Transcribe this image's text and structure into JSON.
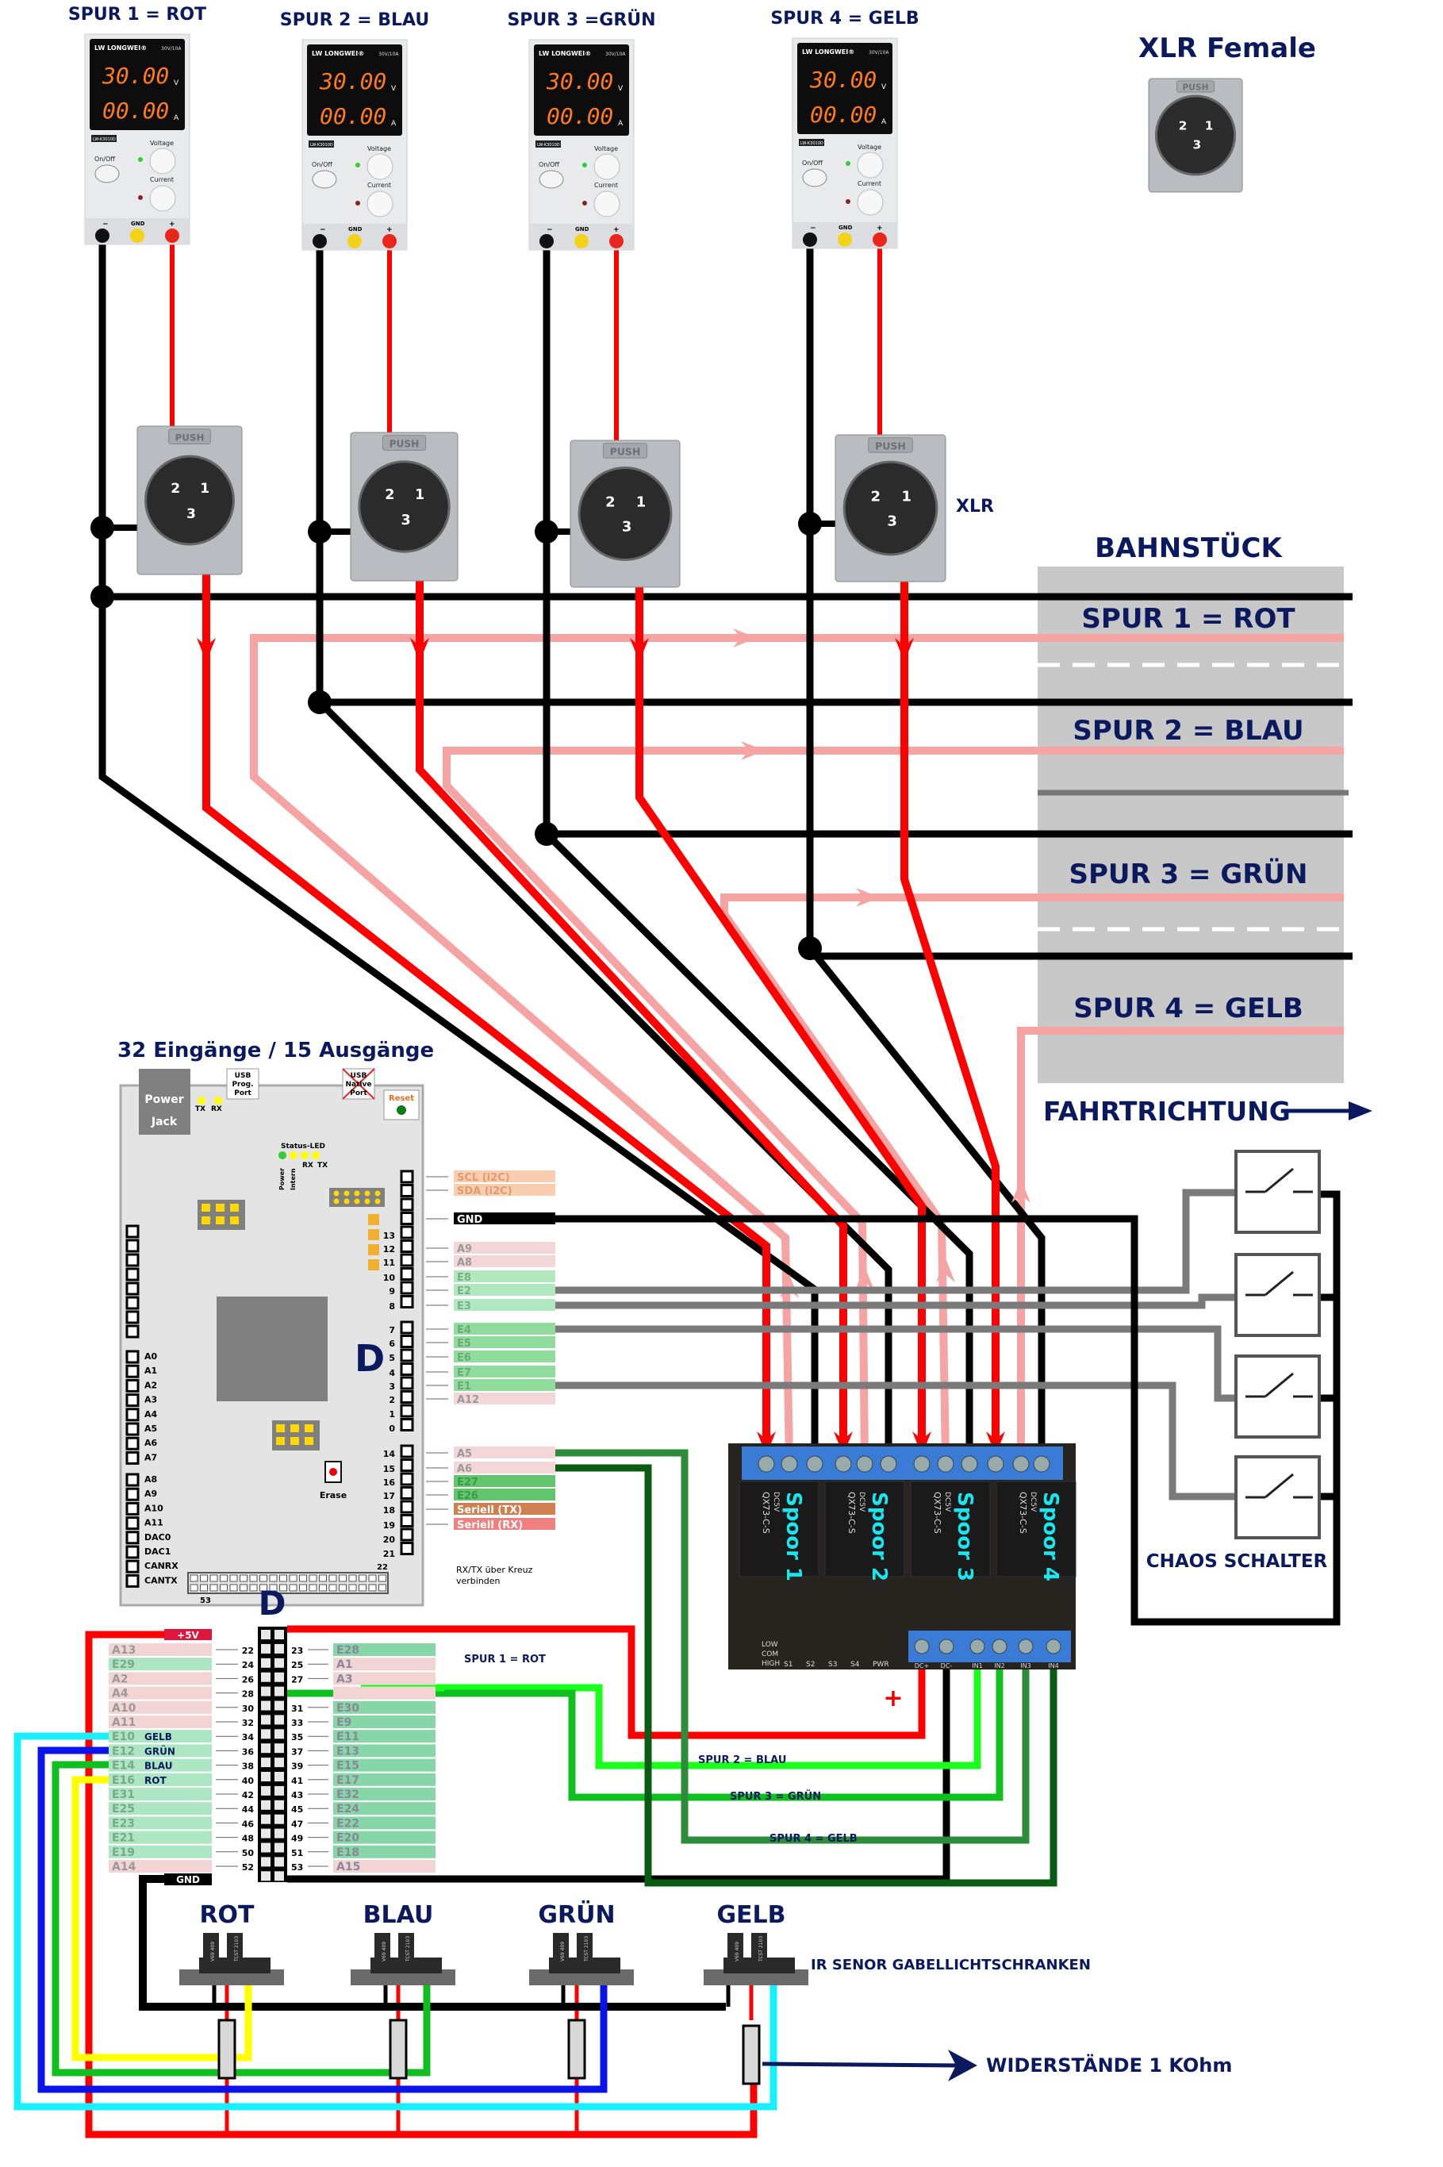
{
  "power_supplies": [
    {
      "label": "SPUR 1 = ROT",
      "brand": "LW LONGWEI®",
      "rating": "30V/10A",
      "model": "LW-K3010D",
      "voltage": "30.00",
      "current": "00.00",
      "v_unit": "V",
      "a_unit": "A",
      "on_off": "On/Off",
      "voltage_knob": "Voltage",
      "current_knob": "Current",
      "term_minus": "−",
      "term_gnd": "GND",
      "term_plus": "+"
    },
    {
      "label": "SPUR 2 = BLAU",
      "brand": "LW LONGWEI®",
      "rating": "30V/10A",
      "model": "LW-K3010D",
      "voltage": "30.00",
      "current": "00.00",
      "v_unit": "V",
      "a_unit": "A",
      "on_off": "On/Off",
      "voltage_knob": "Voltage",
      "current_knob": "Current",
      "term_minus": "−",
      "term_gnd": "GND",
      "term_plus": "+"
    },
    {
      "label": "SPUR 3 =GRÜN",
      "brand": "LW LONGWEI®",
      "rating": "30V/10A",
      "model": "LW-K3010D",
      "voltage": "30.00",
      "current": "00.00",
      "v_unit": "V",
      "a_unit": "A",
      "on_off": "On/Off",
      "voltage_knob": "Voltage",
      "current_knob": "Current",
      "term_minus": "−",
      "term_gnd": "GND",
      "term_plus": "+"
    },
    {
      "label": "SPUR 4 = GELB",
      "brand": "LW LONGWEI®",
      "rating": "30V/10A",
      "model": "LW-K3010D",
      "voltage": "30.00",
      "current": "00.00",
      "v_unit": "V",
      "a_unit": "A",
      "on_off": "On/Off",
      "voltage_knob": "Voltage",
      "current_knob": "Current",
      "term_minus": "−",
      "term_gnd": "GND",
      "term_plus": "+"
    }
  ],
  "xlr": {
    "female_title": "XLR Female",
    "label": "XLR",
    "pins": [
      "2",
      "1",
      "3"
    ],
    "push": "PUSH"
  },
  "track": {
    "title": "BAHNSTÜCK",
    "lanes": [
      "SPUR 1 = ROT",
      "SPUR 2 = BLAU",
      "SPUR 3 = GRÜN",
      "SPUR 4 = GELB"
    ],
    "direction": "FAHRTRICHTUNG"
  },
  "arduino": {
    "title": "32 Eingänge / 15 Ausgänge",
    "power_jack": [
      "Power",
      "Jack"
    ],
    "tx": "TX",
    "rx": "RX",
    "usb_prog": [
      "USB",
      "Prog.",
      "Port"
    ],
    "usb_native": [
      "USB",
      "Native",
      "Port"
    ],
    "reset": "Reset",
    "status_led": "Status-LED",
    "status_labels": [
      "Power",
      "Intern",
      "RX",
      "TX"
    ],
    "board_letter": "D",
    "erase": "Erase",
    "right_pins": [
      {
        "pin": "",
        "label": "SCL (i2C)",
        "kind": "i2c"
      },
      {
        "pin": "",
        "label": "SDA (i2C)",
        "kind": "i2c"
      },
      {
        "pin": "",
        "label": "GND",
        "kind": "gnd"
      },
      {
        "pin": "12",
        "label": "A9",
        "kind": "a"
      },
      {
        "pin": "11",
        "label": "A8",
        "kind": "a"
      },
      {
        "pin": "10",
        "label": "E8",
        "kind": "e"
      },
      {
        "pin": "9",
        "label": "E2",
        "kind": "e"
      },
      {
        "pin": "8",
        "label": "E3",
        "kind": "e"
      },
      {
        "pin": "7",
        "label": "E4",
        "kind": "e2"
      },
      {
        "pin": "6",
        "label": "E5",
        "kind": "e2"
      },
      {
        "pin": "5",
        "label": "E6",
        "kind": "e2"
      },
      {
        "pin": "4",
        "label": "E7",
        "kind": "e2"
      },
      {
        "pin": "3",
        "label": "E1",
        "kind": "e2"
      },
      {
        "pin": "2",
        "label": "A12",
        "kind": "a"
      },
      {
        "pin": "14",
        "label": "A5",
        "kind": "a"
      },
      {
        "pin": "15",
        "label": "A6",
        "kind": "a"
      },
      {
        "pin": "16",
        "label": "E27",
        "kind": "e3"
      },
      {
        "pin": "17",
        "label": "E26",
        "kind": "e3"
      },
      {
        "pin": "18",
        "label": "Seriell (TX)",
        "kind": "tx"
      },
      {
        "pin": "19",
        "label": "Seriell (RX)",
        "kind": "rx"
      }
    ],
    "extra_pin_numbers": [
      "13",
      "1",
      "0",
      "20",
      "21"
    ],
    "left_pins_a": [
      "A0",
      "A1",
      "A2",
      "A3",
      "A4",
      "A5",
      "A6",
      "A7"
    ],
    "left_pins_b": [
      "A8",
      "A9",
      "A10",
      "A11",
      "DAC0",
      "DAC1",
      "CANRX",
      "CANTX"
    ],
    "bottom_pin_start": "22",
    "bottom_pin_end": "53",
    "rxtx_note": [
      "RX/TX über Kreuz",
      "verbinden"
    ]
  },
  "connector": {
    "letter": "D",
    "plus5v": "+5V",
    "gnd": "GND",
    "left": [
      {
        "pin": "22",
        "label": "A13",
        "kind": "a",
        "note": ""
      },
      {
        "pin": "24",
        "label": "E29",
        "kind": "e",
        "note": ""
      },
      {
        "pin": "26",
        "label": "A2",
        "kind": "a",
        "note": ""
      },
      {
        "pin": "28",
        "label": "A4",
        "kind": "a",
        "note": ""
      },
      {
        "pin": "30",
        "label": "A10",
        "kind": "a",
        "note": ""
      },
      {
        "pin": "32",
        "label": "A11",
        "kind": "a",
        "note": ""
      },
      {
        "pin": "34",
        "label": "E10",
        "kind": "e",
        "note": "GELB"
      },
      {
        "pin": "36",
        "label": "E12",
        "kind": "e",
        "note": "GRÜN"
      },
      {
        "pin": "38",
        "label": "E14",
        "kind": "e",
        "note": "BLAU"
      },
      {
        "pin": "40",
        "label": "E16",
        "kind": "e",
        "note": "ROT"
      },
      {
        "pin": "42",
        "label": "E31",
        "kind": "e",
        "note": ""
      },
      {
        "pin": "44",
        "label": "E25",
        "kind": "e",
        "note": ""
      },
      {
        "pin": "46",
        "label": "E23",
        "kind": "e",
        "note": ""
      },
      {
        "pin": "48",
        "label": "E21",
        "kind": "e",
        "note": ""
      },
      {
        "pin": "50",
        "label": "E19",
        "kind": "e",
        "note": ""
      },
      {
        "pin": "52",
        "label": "A14",
        "kind": "a",
        "note": ""
      }
    ],
    "right": [
      {
        "pin": "23",
        "label": "E28",
        "kind": "e"
      },
      {
        "pin": "25",
        "label": "A1",
        "kind": "a"
      },
      {
        "pin": "27",
        "label": "A3",
        "kind": "a"
      },
      {
        "pin": "",
        "label": "",
        "kind": "a"
      },
      {
        "pin": "31",
        "label": "E30",
        "kind": "e"
      },
      {
        "pin": "33",
        "label": "E9",
        "kind": "e"
      },
      {
        "pin": "35",
        "label": "E11",
        "kind": "e"
      },
      {
        "pin": "37",
        "label": "E13",
        "kind": "e"
      },
      {
        "pin": "39",
        "label": "E15",
        "kind": "e"
      },
      {
        "pin": "41",
        "label": "E17",
        "kind": "e"
      },
      {
        "pin": "43",
        "label": "E32",
        "kind": "e"
      },
      {
        "pin": "45",
        "label": "E24",
        "kind": "e"
      },
      {
        "pin": "47",
        "label": "E22",
        "kind": "e"
      },
      {
        "pin": "49",
        "label": "E20",
        "kind": "e"
      },
      {
        "pin": "51",
        "label": "E18",
        "kind": "e"
      },
      {
        "pin": "53",
        "label": "A15",
        "kind": "a"
      }
    ]
  },
  "relay": {
    "relay_model": "QX73-C-S",
    "relay_spec": "DC5V",
    "spoor": [
      "Spoor 1",
      "Spoor 2",
      "Spoor 3",
      "Spoor 4"
    ],
    "jumpers": [
      "LOW",
      "COM",
      "HIGH"
    ],
    "switch_labels": [
      "S1",
      "S2",
      "S3",
      "S4",
      "PWR"
    ],
    "inputs": [
      "DC+",
      "DC-",
      "IN1",
      "IN2",
      "IN3",
      "IN4"
    ],
    "plus": "+"
  },
  "wire_labels": [
    "SPUR 1 = ROT",
    "SPUR 2 = BLAU",
    "SPUR 3 = GRÜN",
    "SPUR 4 = GELB"
  ],
  "chaos": "CHAOS SCHALTER",
  "sensors": {
    "labels": [
      "ROT",
      "BLAU",
      "GRÜN",
      "GELB"
    ],
    "part_a": "V69 409",
    "part_b": "TCST 2103",
    "caption": "IR SENOR  GABELLICHTSCHRANKEN",
    "resistors": "WIDERSTÄNDE 1 KOhm"
  },
  "colors": {
    "label_navy": "#0b1a5e",
    "wire_red": "#ff0000",
    "wire_pink": "#f5a3a3",
    "wire_black": "#000000",
    "wire_gray": "#7a7a7a",
    "wire_lime": "#19ff19",
    "wire_green": "#0fbf1f",
    "wire_midgreen": "#2e8b3a",
    "wire_darkgreen": "#0a5c12",
    "wire_cyan": "#19f0ff",
    "wire_blue": "#0a14e8",
    "wire_yellow": "#ffff00",
    "track_gray": "#c8c8c8",
    "relay_cyan": "#19e6ee"
  }
}
